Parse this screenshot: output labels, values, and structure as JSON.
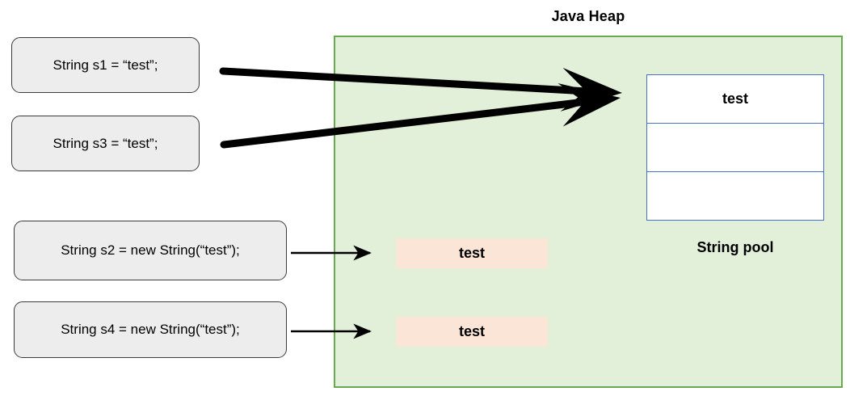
{
  "title": "Java Heap",
  "statements": [
    {
      "id": "s1",
      "label": "String s1 = “test”;"
    },
    {
      "id": "s3",
      "label": "String s3 = “test”;"
    },
    {
      "id": "s2",
      "label": "String s2 = new String(“test”);"
    },
    {
      "id": "s4",
      "label": "String s4 = new String(“test”);"
    }
  ],
  "string_pool": {
    "label": "String pool",
    "rows": [
      "test",
      "",
      ""
    ]
  },
  "heap_objects": [
    {
      "label": "test"
    },
    {
      "label": "test"
    }
  ],
  "colors": {
    "heap_fill": "#e2efd9",
    "heap_border": "#6aa84f",
    "statement_fill": "#ededed",
    "statement_border": "#3a3a3a",
    "pool_border": "#4472c4",
    "pool_fill": "#ffffff",
    "object_fill": "#fbe5d6",
    "arrow": "#000000"
  }
}
